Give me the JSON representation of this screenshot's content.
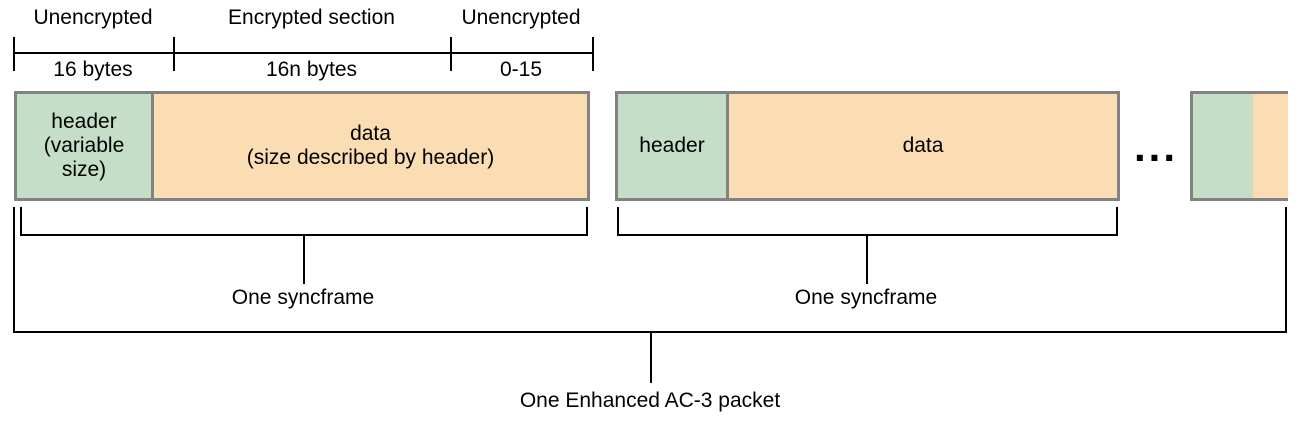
{
  "colors": {
    "header_fill": "#c5dec7",
    "data_fill": "#fbddb3",
    "box_border": "#828282",
    "line": "#000000"
  },
  "ruler": {
    "sections": [
      {
        "label": "Unencrypted",
        "sublabel": "16 bytes"
      },
      {
        "label": "Encrypted section",
        "sublabel": "16n bytes"
      },
      {
        "label": "Unencrypted",
        "sublabel": "0-15"
      }
    ]
  },
  "syncframe1": {
    "header": "header\n(variable\nsize)",
    "data": "data\n(size described by header)",
    "brace": "One syncframe"
  },
  "syncframe2": {
    "header": "header",
    "data": "data",
    "brace": "One syncframe"
  },
  "ellipsis": "...",
  "packet": {
    "label": "One Enhanced AC-3 packet"
  }
}
